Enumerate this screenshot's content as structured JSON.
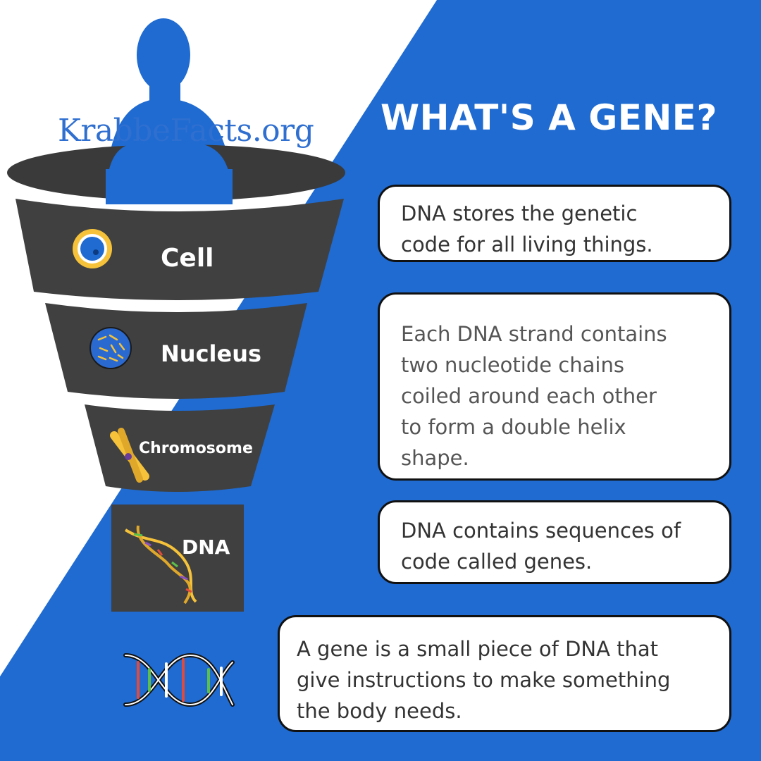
{
  "logo": {
    "text": "KrabbeFacts.org"
  },
  "title": "WHAT'S A GENE?",
  "funnel": {
    "levels": [
      {
        "label": "Cell",
        "icon": "cell-icon"
      },
      {
        "label": "Nucleus",
        "icon": "nucleus-icon"
      },
      {
        "label": "Chromosome",
        "icon": "chromosome-icon"
      },
      {
        "label": "DNA",
        "icon": "dna-helix-icon"
      }
    ]
  },
  "facts": [
    {
      "lines": [
        "DNA stores the genetic",
        "code for all living things."
      ]
    },
    {
      "lines": [
        "Each DNA strand contains",
        "two nucleotide chains",
        "coiled around each other",
        "to form a double helix",
        "shape."
      ]
    },
    {
      "lines": [
        "DNA contains sequences of",
        "code called genes."
      ]
    },
    {
      "lines": [
        "A gene is a small piece of DNA that",
        "give instructions to make something",
        "the body needs."
      ]
    }
  ],
  "colors": {
    "blue": "#1f6bd1",
    "funnel": "#404040",
    "funnel_rim": "#2f2f2f",
    "cell_yellow": "#f5c23a",
    "text_dark": "#333333"
  }
}
